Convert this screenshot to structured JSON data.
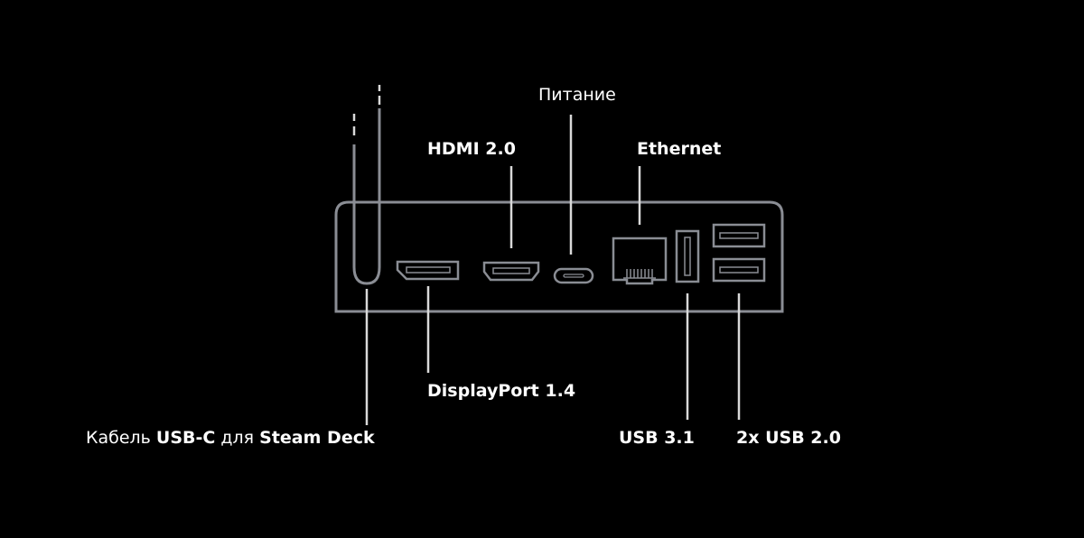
{
  "colors": {
    "background": "#000000",
    "device_outline": "#8a8d94",
    "leader_line": "#d9d9d9",
    "text": "#ffffff"
  },
  "labels": {
    "power": "Питание",
    "hdmi": "HDMI 2.0",
    "ethernet": "Ethernet",
    "displayport": "DisplayPort 1.4",
    "usb31": "USB 3.1",
    "usb20": "2x USB 2.0",
    "cable": {
      "part1": "Кабель ",
      "part2": "USB-C",
      "part3": " для ",
      "part4": "Steam Deck"
    }
  }
}
